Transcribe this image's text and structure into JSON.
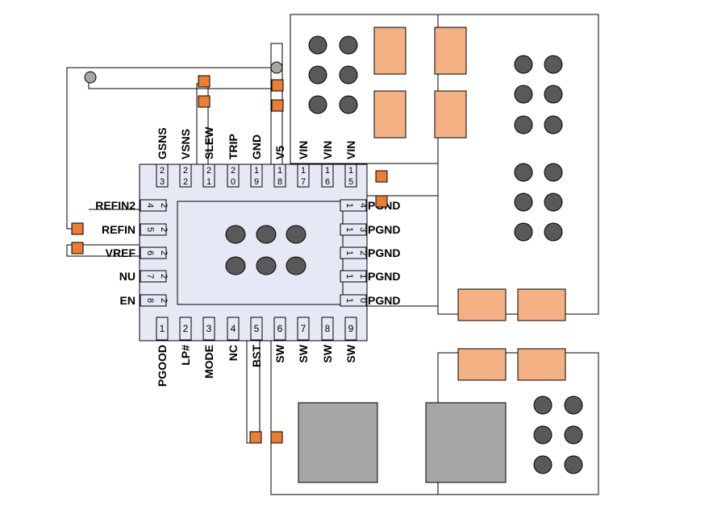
{
  "colors": {
    "package_fill": "#e6e9f5",
    "pad_fill": "#e6e9f5",
    "via_fill": "#595959",
    "small_pad": "#ed7d31",
    "component_pad": "#f4b183",
    "large_pad": "#a6a6a6",
    "outline": "#000000"
  },
  "top_pins": [
    {
      "label": "GSNS",
      "num_top": "2",
      "num_bottom": "3"
    },
    {
      "label": "VSNS",
      "num_top": "2",
      "num_bottom": "2"
    },
    {
      "label": "SLEW",
      "num_top": "2",
      "num_bottom": "1"
    },
    {
      "label": "TRIP",
      "num_top": "2",
      "num_bottom": "0"
    },
    {
      "label": "GND",
      "num_top": "1",
      "num_bottom": "9"
    },
    {
      "label": "V5",
      "num_top": "1",
      "num_bottom": "8"
    },
    {
      "label": "VIN",
      "num_top": "1",
      "num_bottom": "7"
    },
    {
      "label": "VIN",
      "num_top": "1",
      "num_bottom": "6"
    },
    {
      "label": "VIN",
      "num_top": "1",
      "num_bottom": "5"
    }
  ],
  "bottom_pins": [
    {
      "label": "PGOOD",
      "num": "1"
    },
    {
      "label": "LP#",
      "num": "2"
    },
    {
      "label": "MODE",
      "num": "3"
    },
    {
      "label": "NC",
      "num": "4"
    },
    {
      "label": "BST",
      "num": "5"
    },
    {
      "label": "SW",
      "num": "6"
    },
    {
      "label": "SW",
      "num": "7"
    },
    {
      "label": "SW",
      "num": "8"
    },
    {
      "label": "SW",
      "num": "9"
    }
  ],
  "left_pins": [
    {
      "label": "REFIN2",
      "num_a": "2",
      "num_b": "4"
    },
    {
      "label": "REFIN",
      "num_a": "2",
      "num_b": "5"
    },
    {
      "label": "VREF",
      "num_a": "2",
      "num_b": "6"
    },
    {
      "label": "NU",
      "num_a": "2",
      "num_b": "7"
    },
    {
      "label": "EN",
      "num_a": "2",
      "num_b": "8"
    }
  ],
  "right_pins": [
    {
      "label": "PGND",
      "num_a": "1",
      "num_b": "4"
    },
    {
      "label": "PGND",
      "num_a": "1",
      "num_b": "3"
    },
    {
      "label": "PGND",
      "num_a": "1",
      "num_b": "2"
    },
    {
      "label": "PGND",
      "num_a": "1",
      "num_b": "1"
    },
    {
      "label": "PGND",
      "num_a": "1",
      "num_b": "0"
    }
  ]
}
